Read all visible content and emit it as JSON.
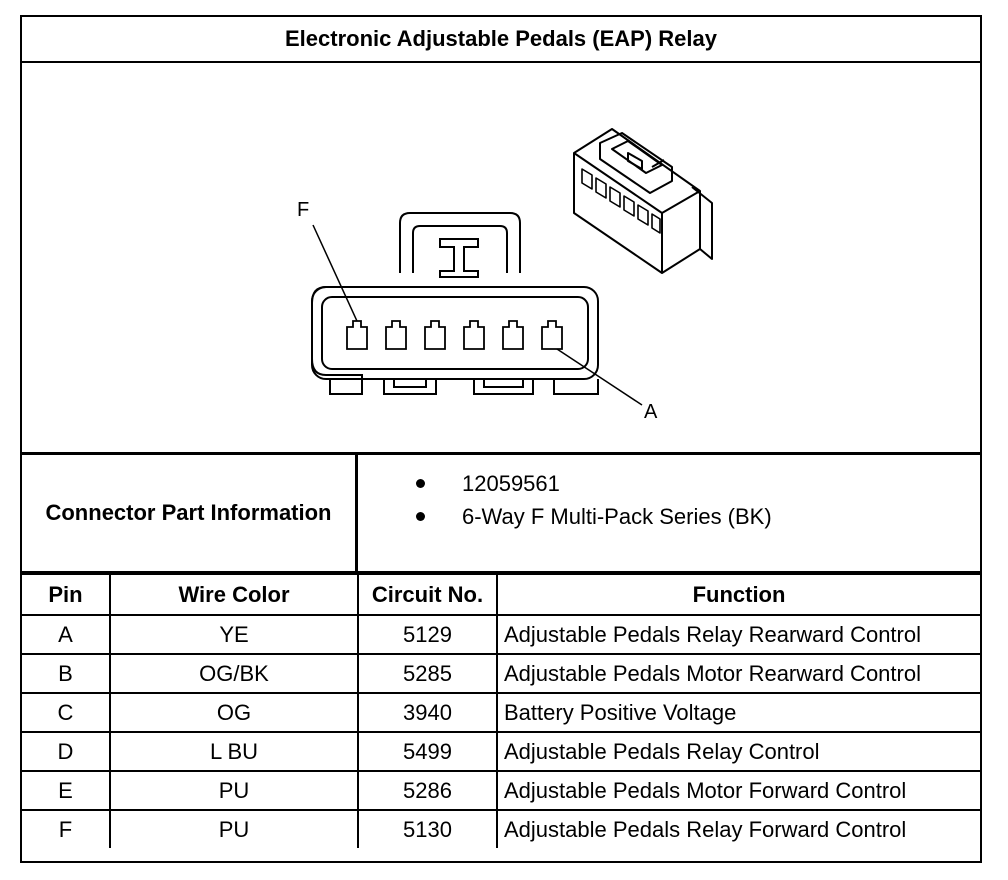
{
  "title": "Electronic Adjustable Pedals (EAP) Relay",
  "figure": {
    "callout_f": "F",
    "callout_a": "A",
    "connector_icon": "six-way-connector-face-icon",
    "connector_3d_icon": "connector-isometric-icon"
  },
  "connector_info": {
    "label": "Connector Part Information",
    "items": [
      "12059561",
      "6-Way F Multi-Pack Series (BK)"
    ]
  },
  "table": {
    "headers": {
      "pin": "Pin",
      "wire_color": "Wire Color",
      "circuit": "Circuit No.",
      "function": "Function"
    },
    "rows": [
      {
        "pin": "A",
        "wire_color": "YE",
        "circuit": "5129",
        "function": "Adjustable Pedals Relay Rearward Control"
      },
      {
        "pin": "B",
        "wire_color": "OG/BK",
        "circuit": "5285",
        "function": "Adjustable Pedals Motor Rearward Control"
      },
      {
        "pin": "C",
        "wire_color": "OG",
        "circuit": "3940",
        "function": "Battery Positive Voltage"
      },
      {
        "pin": "D",
        "wire_color": "L BU",
        "circuit": "5499",
        "function": "Adjustable Pedals Relay Control"
      },
      {
        "pin": "E",
        "wire_color": "PU",
        "circuit": "5286",
        "function": "Adjustable Pedals Motor Forward Control"
      },
      {
        "pin": "F",
        "wire_color": "PU",
        "circuit": "5130",
        "function": "Adjustable Pedals Relay Forward Control"
      }
    ]
  }
}
